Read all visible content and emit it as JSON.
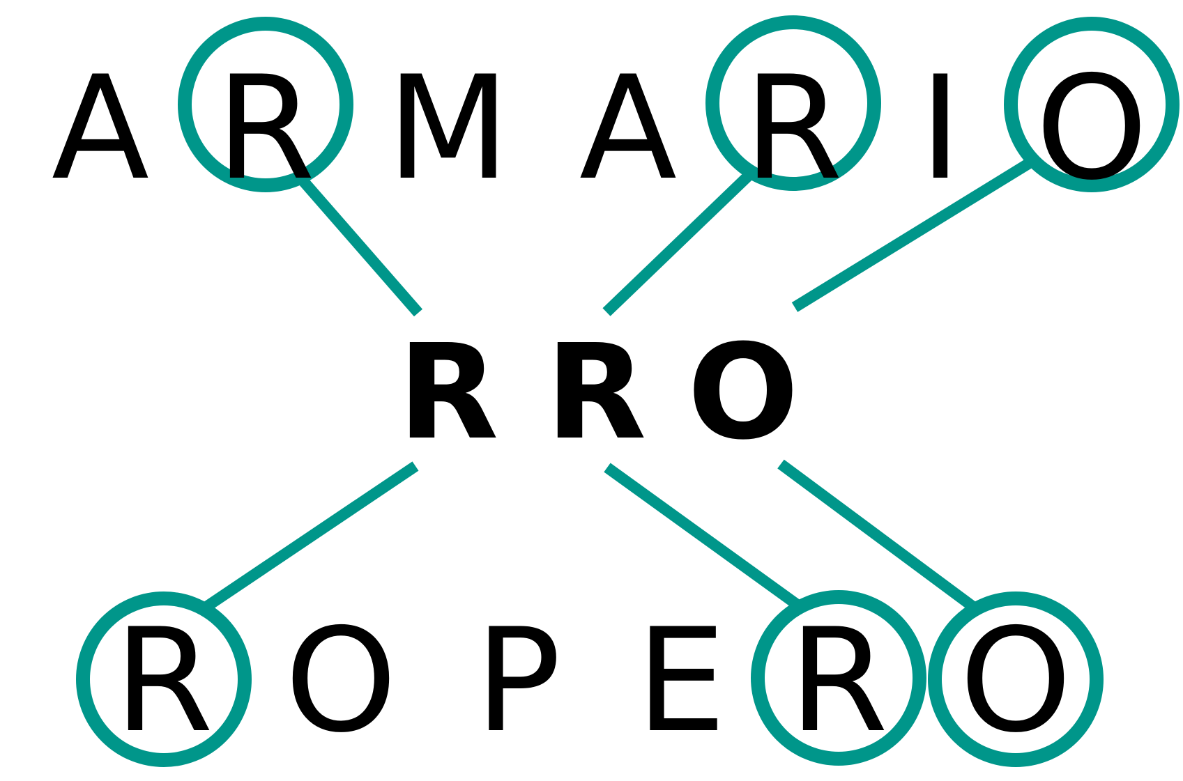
{
  "accent_color": "#00968A",
  "text_color": "#000000",
  "top_word": {
    "letters": [
      "A",
      "R",
      "M",
      "A",
      "R",
      "I",
      "O"
    ],
    "circled_indices": [
      1,
      4,
      6
    ]
  },
  "common_letters": [
    "R",
    "R",
    "O"
  ],
  "bottom_word": {
    "letters": [
      "R",
      "O",
      "P",
      "E",
      "R",
      "O"
    ],
    "circled_indices": [
      0,
      4,
      5
    ]
  }
}
